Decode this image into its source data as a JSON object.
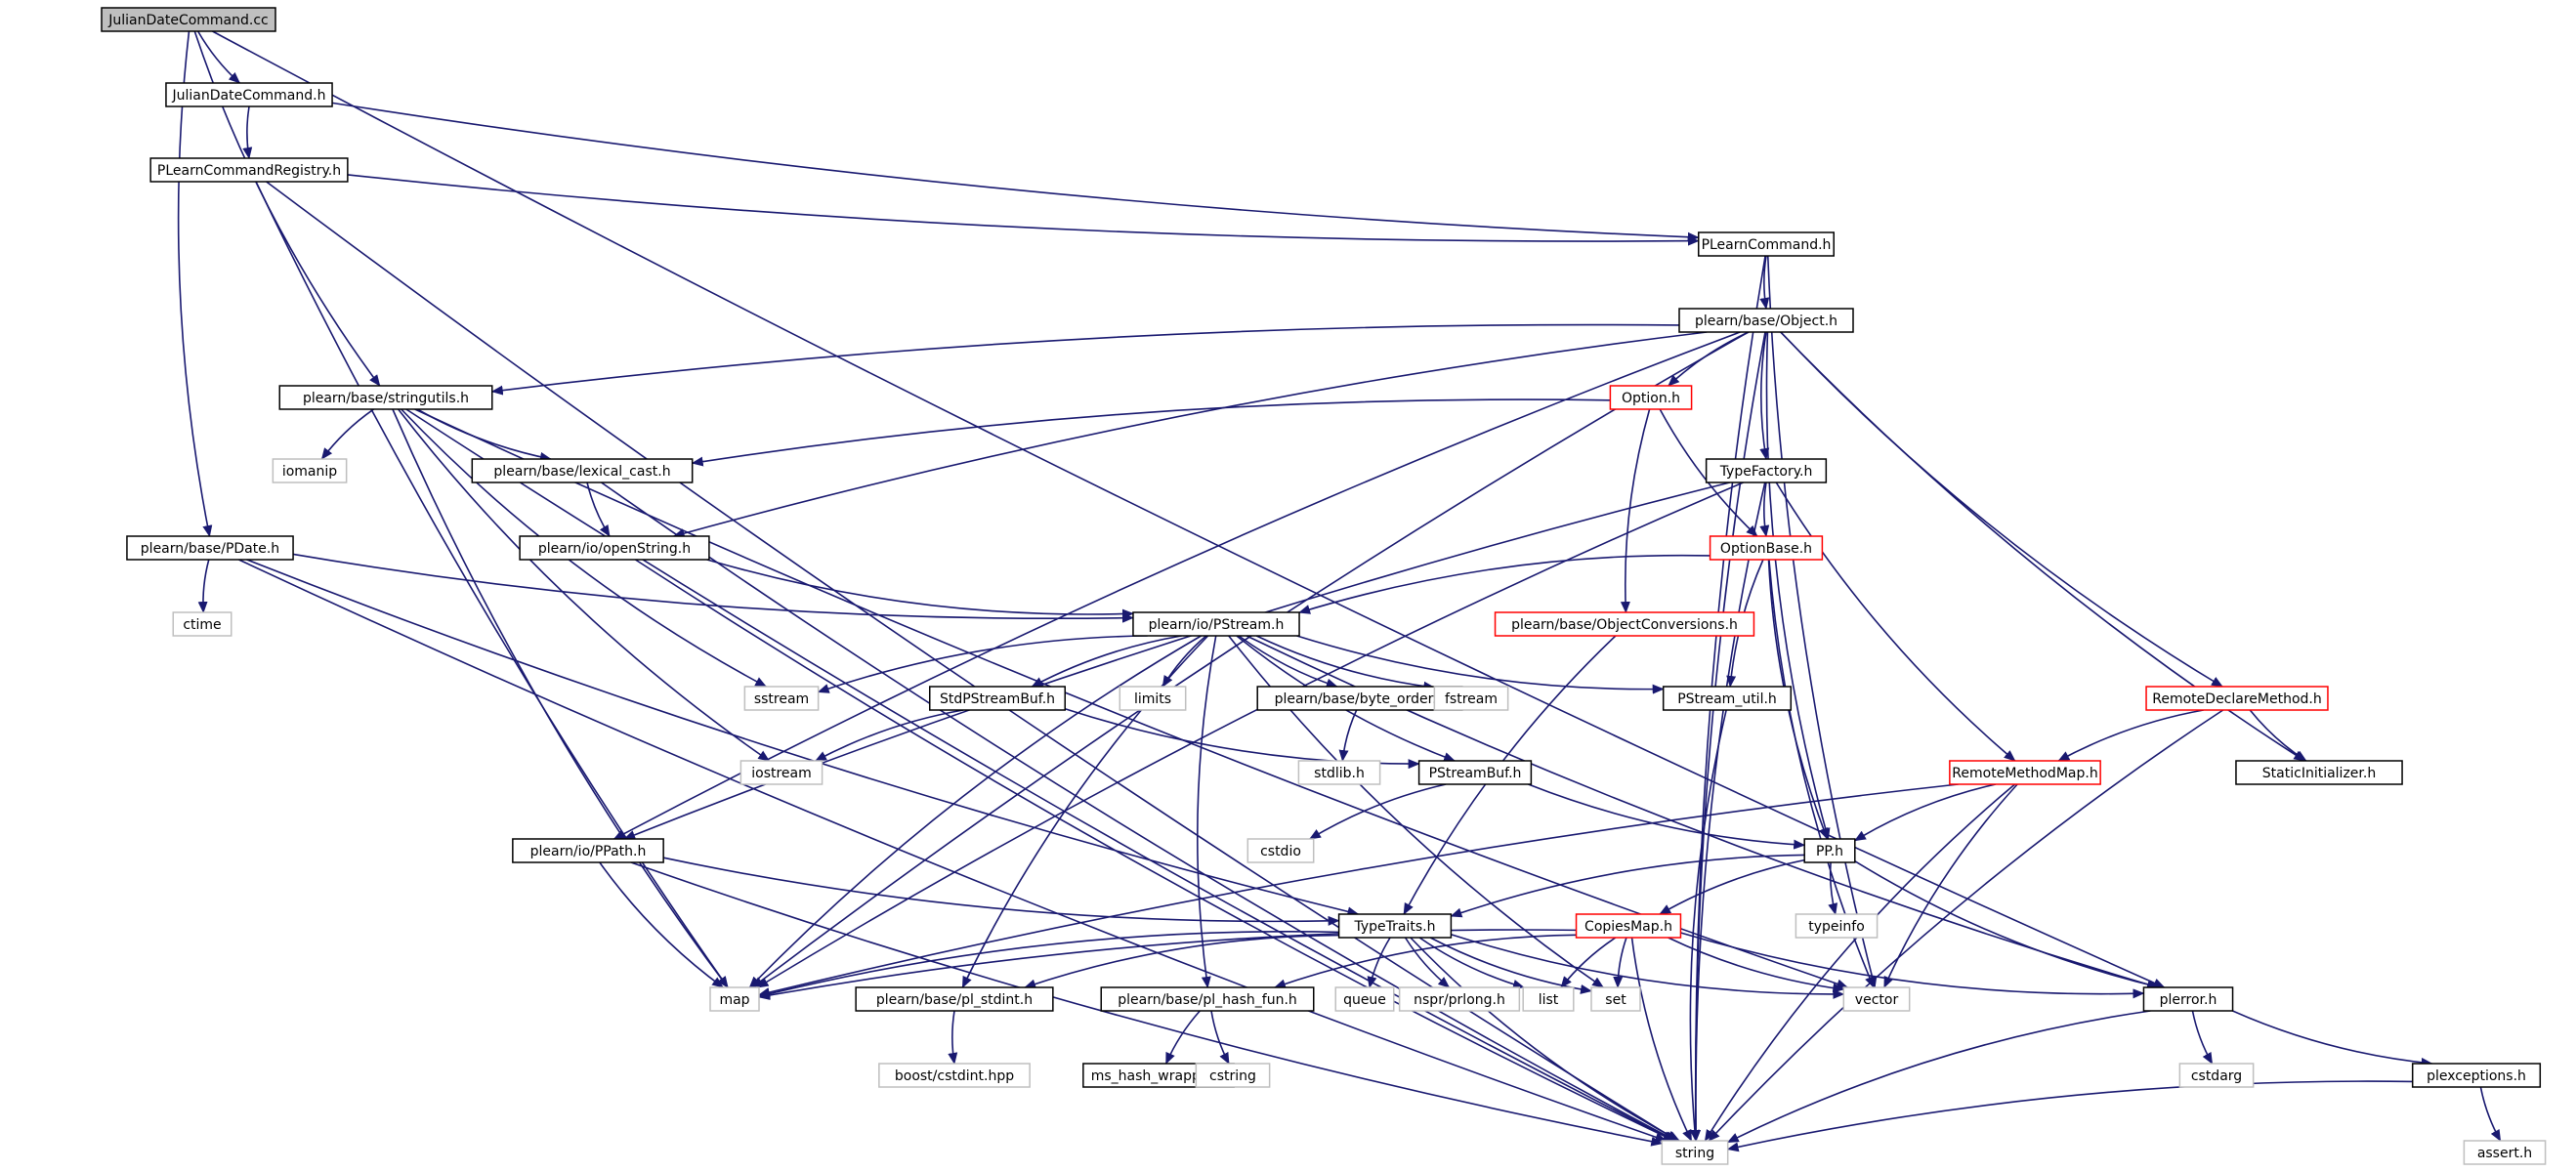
{
  "diagram": {
    "colors": {
      "edge": "#191970",
      "black_border": "#000000",
      "red_border": "#ff0000",
      "gray_border": "#bfbfbf",
      "root_fill": "#bfbfbf",
      "node_fill": "#ffffff",
      "text": "#000000"
    },
    "nodes": [
      {
        "id": "julian_cc",
        "label": "JulianDateCommand.cc",
        "style": "root"
      },
      {
        "id": "julian_h",
        "label": "JulianDateCommand.h",
        "style": "black"
      },
      {
        "id": "registry",
        "label": "PLearnCommandRegistry.h",
        "style": "black"
      },
      {
        "id": "plcommand",
        "label": "PLearnCommand.h",
        "style": "black"
      },
      {
        "id": "object",
        "label": "plearn/base/Object.h",
        "style": "black"
      },
      {
        "id": "stringutils",
        "label": "plearn/base/stringutils.h",
        "style": "black"
      },
      {
        "id": "option",
        "label": "Option.h",
        "style": "red"
      },
      {
        "id": "iomanip",
        "label": "iomanip",
        "style": "gray"
      },
      {
        "id": "lexical",
        "label": "plearn/base/lexical_cast.h",
        "style": "black"
      },
      {
        "id": "typefactory",
        "label": "TypeFactory.h",
        "style": "black"
      },
      {
        "id": "pdate",
        "label": "plearn/base/PDate.h",
        "style": "black"
      },
      {
        "id": "openstring",
        "label": "plearn/io/openString.h",
        "style": "black"
      },
      {
        "id": "optionbase",
        "label": "OptionBase.h",
        "style": "red"
      },
      {
        "id": "ctime",
        "label": "ctime",
        "style": "gray"
      },
      {
        "id": "pstream",
        "label": "plearn/io/PStream.h",
        "style": "black"
      },
      {
        "id": "objconv",
        "label": "plearn/base/ObjectConversions.h",
        "style": "red"
      },
      {
        "id": "sstream",
        "label": "sstream",
        "style": "gray"
      },
      {
        "id": "stdpsb",
        "label": "StdPStreamBuf.h",
        "style": "black"
      },
      {
        "id": "limits",
        "label": "limits",
        "style": "gray"
      },
      {
        "id": "byteorder",
        "label": "plearn/base/byte_order.h",
        "style": "black"
      },
      {
        "id": "fstream",
        "label": "fstream",
        "style": "gray"
      },
      {
        "id": "psutil",
        "label": "PStream_util.h",
        "style": "black"
      },
      {
        "id": "rdm",
        "label": "RemoteDeclareMethod.h",
        "style": "red"
      },
      {
        "id": "iostream",
        "label": "iostream",
        "style": "gray"
      },
      {
        "id": "stdlib",
        "label": "stdlib.h",
        "style": "gray"
      },
      {
        "id": "psbuf",
        "label": "PStreamBuf.h",
        "style": "black"
      },
      {
        "id": "rmm",
        "label": "RemoteMethodMap.h",
        "style": "red"
      },
      {
        "id": "staticinit",
        "label": "StaticInitializer.h",
        "style": "black"
      },
      {
        "id": "ppath",
        "label": "plearn/io/PPath.h",
        "style": "black"
      },
      {
        "id": "cstdio",
        "label": "cstdio",
        "style": "gray"
      },
      {
        "id": "pp",
        "label": "PP.h",
        "style": "black"
      },
      {
        "id": "typetraits",
        "label": "TypeTraits.h",
        "style": "black"
      },
      {
        "id": "copiesmap",
        "label": "CopiesMap.h",
        "style": "red"
      },
      {
        "id": "typeinfo",
        "label": "typeinfo",
        "style": "gray"
      },
      {
        "id": "map",
        "label": "map",
        "style": "gray"
      },
      {
        "id": "plstdint",
        "label": "plearn/base/pl_stdint.h",
        "style": "black"
      },
      {
        "id": "queue",
        "label": "queue",
        "style": "gray"
      },
      {
        "id": "prlong",
        "label": "nspr/prlong.h",
        "style": "gray"
      },
      {
        "id": "list",
        "label": "list",
        "style": "gray"
      },
      {
        "id": "set",
        "label": "set",
        "style": "gray"
      },
      {
        "id": "plhash",
        "label": "plearn/base/pl_hash_fun.h",
        "style": "black"
      },
      {
        "id": "vector",
        "label": "vector",
        "style": "gray"
      },
      {
        "id": "plerror",
        "label": "plerror.h",
        "style": "black"
      },
      {
        "id": "boostcstdint",
        "label": "boost/cstdint.hpp",
        "style": "gray"
      },
      {
        "id": "mshash",
        "label": "ms_hash_wrapper.h",
        "style": "black"
      },
      {
        "id": "cstring",
        "label": "cstring",
        "style": "gray"
      },
      {
        "id": "cstdarg",
        "label": "cstdarg",
        "style": "gray"
      },
      {
        "id": "plexceptions",
        "label": "plexceptions.h",
        "style": "black"
      },
      {
        "id": "string",
        "label": "string",
        "style": "gray"
      },
      {
        "id": "asserth",
        "label": "assert.h",
        "style": "gray"
      }
    ]
  }
}
